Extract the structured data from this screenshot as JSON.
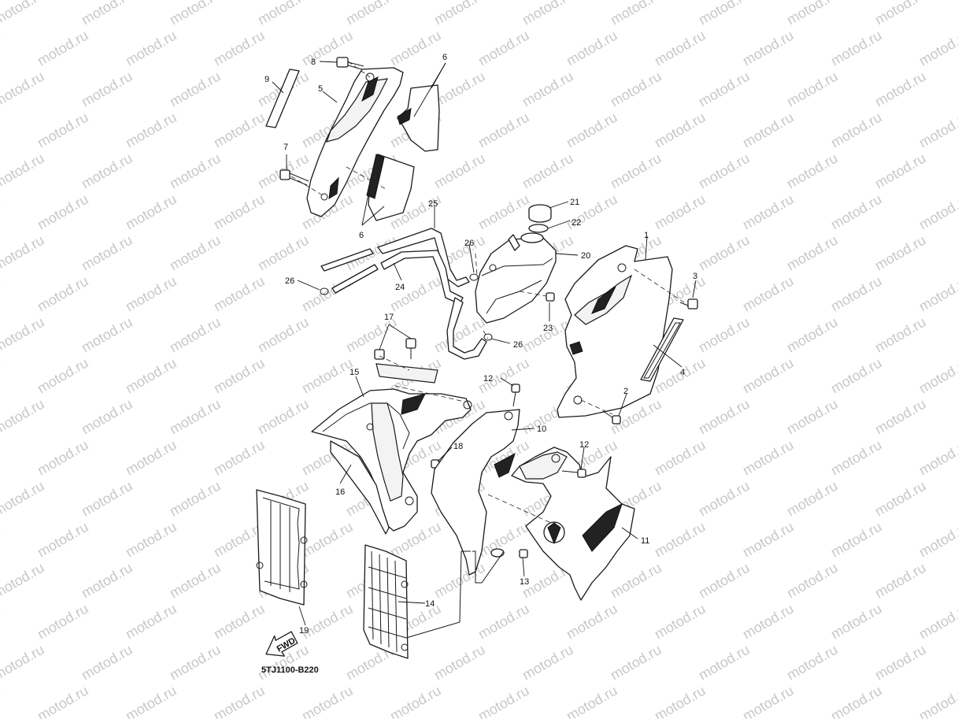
{
  "watermark": "motod.ru",
  "diagram_code": "5TJ1100-B220",
  "fwd_label": "FWD",
  "callouts": {
    "c1": "1",
    "c2": "2",
    "c3": "3",
    "c4": "4",
    "c5": "5",
    "c6a": "6",
    "c6b": "6",
    "c7": "7",
    "c8": "8",
    "c9": "9",
    "c10": "10",
    "c11": "11",
    "c12a": "12",
    "c12b": "12",
    "c13": "13",
    "c14": "14",
    "c15": "15",
    "c16": "16",
    "c17": "17",
    "c18": "18",
    "c19": "19",
    "c20": "20",
    "c21": "21",
    "c22": "22",
    "c23": "23",
    "c24": "24",
    "c25": "25",
    "c26a": "26",
    "c26b": "26",
    "c26c": "26"
  },
  "colors": {
    "line": "#1a1a1a",
    "watermark": "#c8c8c8"
  }
}
